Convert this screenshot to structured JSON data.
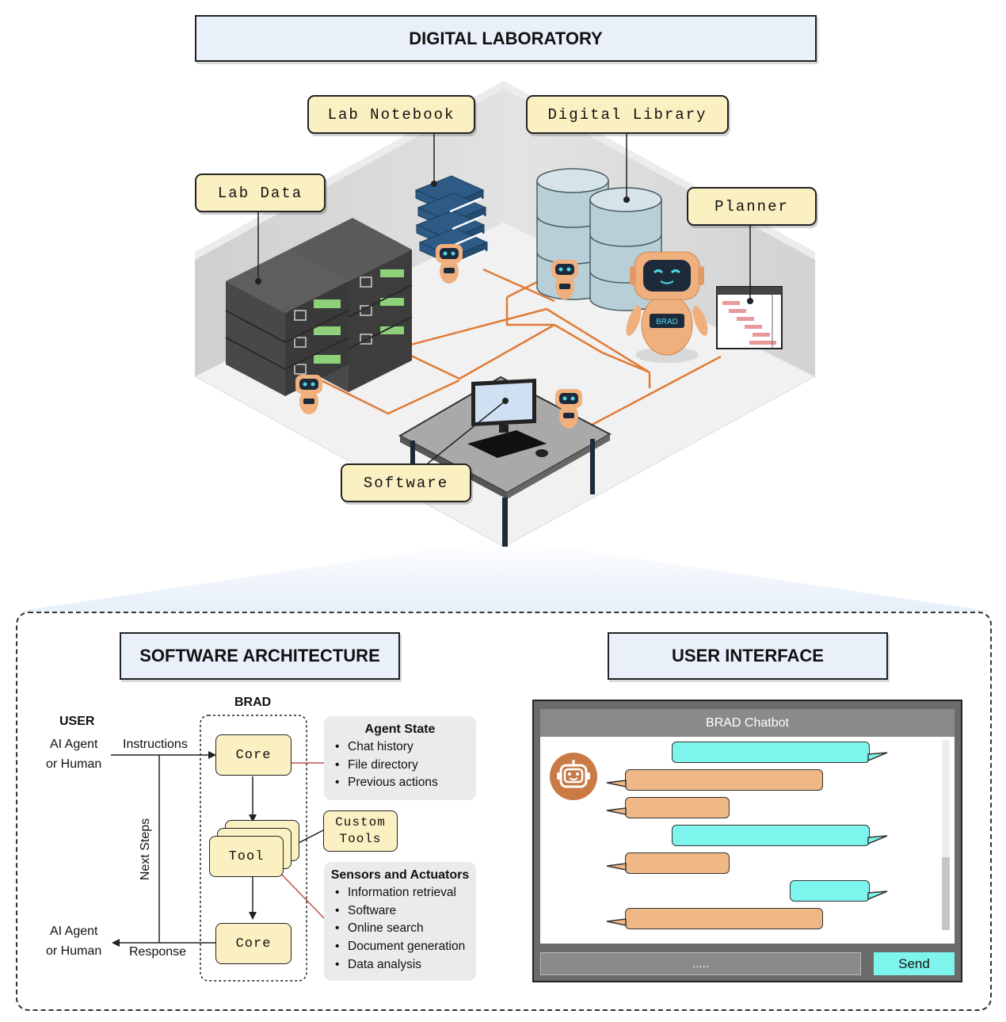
{
  "digital_lab": {
    "title": "DIGITAL LABORATORY",
    "labels": {
      "lab_notebook": "Lab Notebook",
      "digital_library": "Digital Library",
      "lab_data": "Lab Data",
      "planner": "Planner",
      "software": "Software"
    },
    "robot_badge": "BRAD"
  },
  "software_architecture": {
    "title": "SOFTWARE ARCHITECTURE",
    "brad_label": "BRAD",
    "user_label": "USER",
    "input_actor": [
      "AI Agent",
      "or Human"
    ],
    "output_actor": [
      "AI Agent",
      "or Human"
    ],
    "instructions_label": "Instructions",
    "response_label": "Response",
    "next_steps_label": "Next Steps",
    "core_top": "Core",
    "tool": "Tool",
    "core_bottom": "Core",
    "custom_tools": [
      "Custom",
      "Tools"
    ],
    "agent_state": {
      "title": "Agent State",
      "items": [
        "Chat history",
        "File directory",
        "Previous actions"
      ]
    },
    "sensors": {
      "title": "Sensors and Actuators",
      "items": [
        "Information retrieval",
        "Software",
        "Online search",
        "Document generation",
        "Data analysis"
      ]
    }
  },
  "user_interface": {
    "title": "USER INTERFACE",
    "chatbot_title": "BRAD Chatbot",
    "input_placeholder": ".....",
    "send_label": "Send"
  },
  "colors": {
    "label_fill": "#fbf0c2",
    "title_fill": "#eaf0fa",
    "wire": "#e07b35",
    "user_bubble": "#7df5ec",
    "bot_bubble": "#f0b887",
    "robot_avatar": "#c97a45"
  }
}
